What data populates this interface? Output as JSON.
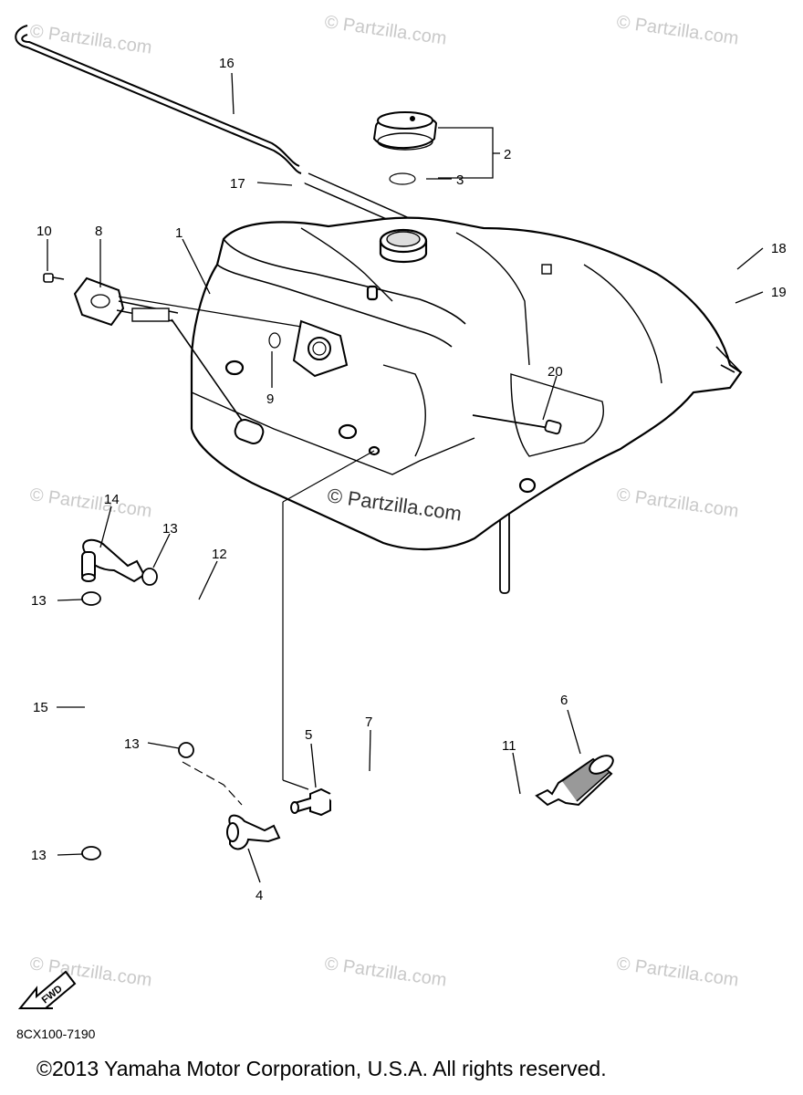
{
  "diagram": {
    "callouts": {
      "p1": "1",
      "p2": "2",
      "p3": "3",
      "p4": "4",
      "p5": "5",
      "p6": "6",
      "p7": "7",
      "p8": "8",
      "p9": "9",
      "p10": "10",
      "p11": "11",
      "p12": "12",
      "p13a": "13",
      "p13b": "13",
      "p13c": "13",
      "p13d": "13",
      "p14": "14",
      "p15": "15",
      "p16": "16",
      "p17": "17",
      "p18": "18",
      "p19": "19",
      "p20": "20"
    },
    "fwd_label": "FWD",
    "watermark": "© Partzilla.com",
    "watermark_center": "© Partzilla.com",
    "diagram_code": "8CX100-7190"
  },
  "footer": {
    "copyright": "©2013  Yamaha Motor Corporation, U.S.A. All rights reserved."
  }
}
